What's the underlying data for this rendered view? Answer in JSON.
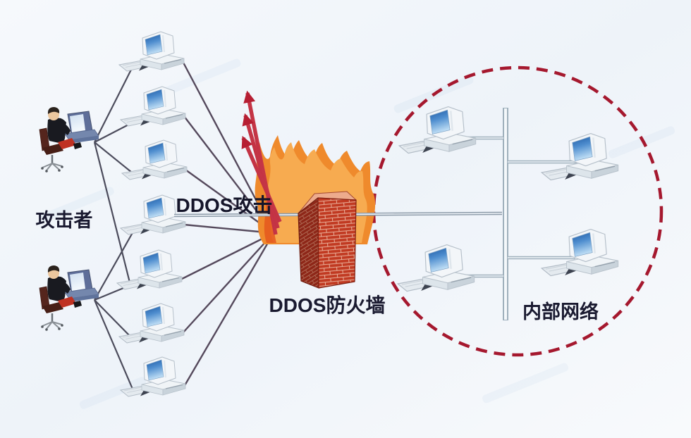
{
  "labels": {
    "attacker": "攻击者",
    "attack": "DDOS攻击",
    "firewall": "DDOS防火墙",
    "internal_network": "内部网络"
  },
  "colors": {
    "background": "#f1f5fa",
    "boundary_circle": "#a5182e",
    "attack_arrow": "#c92a40",
    "flame_outer": "#ef8a2c",
    "flame_inner": "#f7ab50",
    "flame_accent": "#e4571f",
    "brick_wall": "#c13a22",
    "network_line": "#9fb0bc",
    "botnet_line": "#55495c",
    "label_text": "#1a1a30"
  },
  "counts": {
    "attackers": 2,
    "zombie_computers": 7,
    "internal_computers": 4,
    "attack_arrows": 3
  }
}
